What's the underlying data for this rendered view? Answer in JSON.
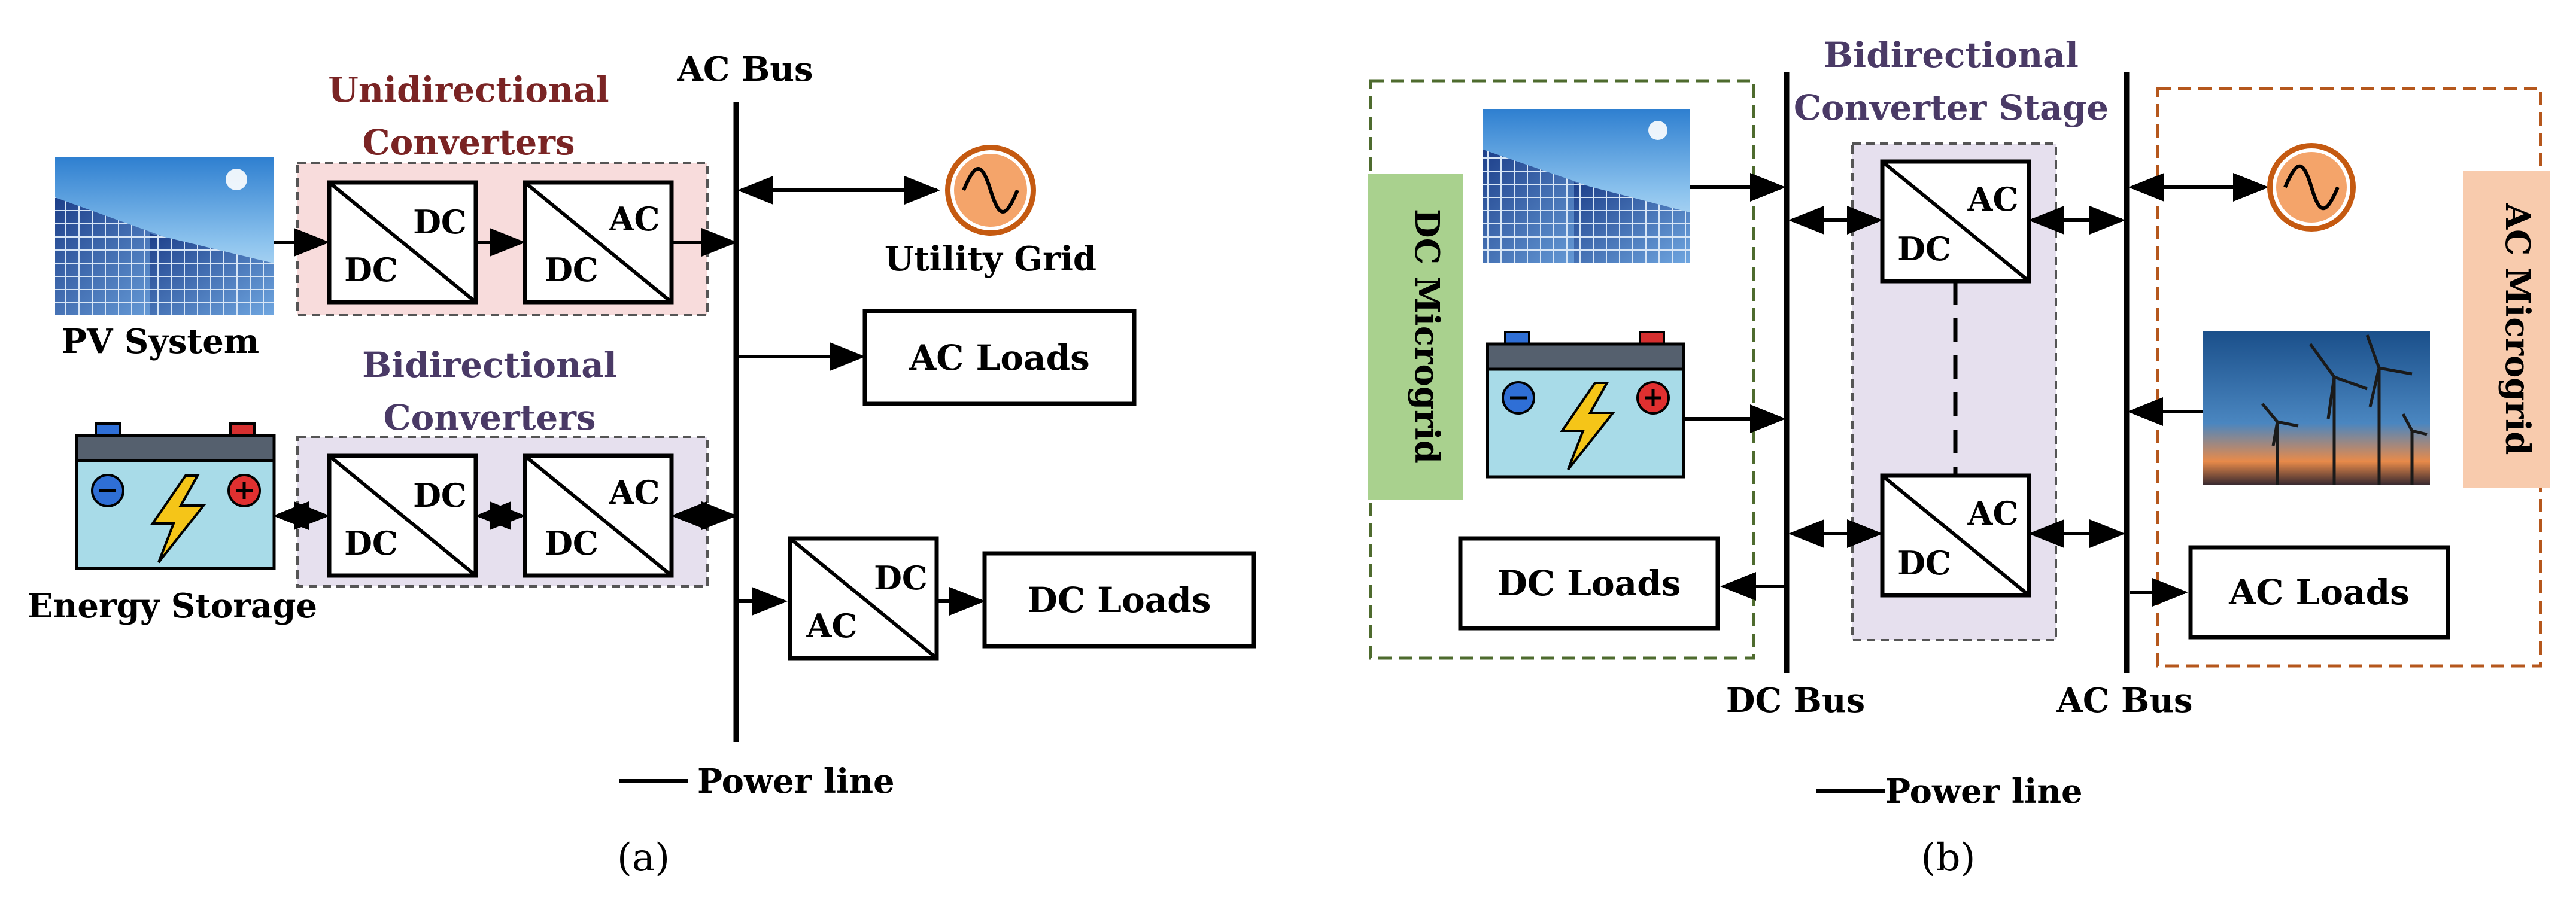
{
  "panel_a": {
    "ac_bus": "AC Bus",
    "uni_title_1": "Unidirectional",
    "uni_title_2": "Converters",
    "bi_title_1": "Bidirectional",
    "bi_title_2": "Converters",
    "pv_label": "PV System",
    "storage_label": "Energy Storage",
    "grid_label": "Utility Grid",
    "ac_loads": "AC Loads",
    "dc_loads": "DC Loads",
    "dc": "DC",
    "ac": "AC",
    "power_line": "Power line",
    "caption": "(a)"
  },
  "panel_b": {
    "stage_title_1": "Bidirectional",
    "stage_title_2": "Converter Stage",
    "dc_microgrid": "DC Microgrid",
    "ac_microgrid": "AC Microgrid",
    "dc_loads": "DC Loads",
    "ac_loads": "AC Loads",
    "dc_bus": "DC Bus",
    "ac_bus": "AC Bus",
    "dc": "DC",
    "ac": "AC",
    "power_line": "Power line",
    "caption": "(b)"
  },
  "colors": {
    "uni_fill": "#f8dcdc",
    "bi_fill": "#e6e0ee",
    "title_red": "#7a2424",
    "title_purple": "#4a3a66",
    "dc_microgrid_fill": "#a9d18e",
    "ac_microgrid_fill": "#f8cbad",
    "dc_border": "#4e6b2e",
    "ac_border": "#b5571c"
  }
}
